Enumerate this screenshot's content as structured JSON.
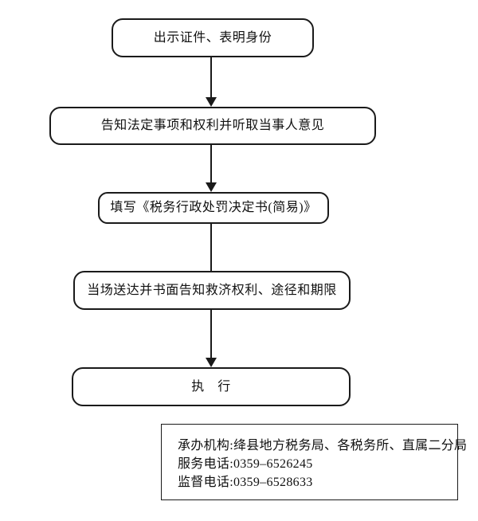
{
  "colors": {
    "line": "#1a1a1a",
    "background": "#ffffff",
    "text": "#111111"
  },
  "flowchart": {
    "nodes": [
      {
        "id": "show-credentials",
        "label": "出示证件、表明身份"
      },
      {
        "id": "inform-rights",
        "label": "告知法定事项和权利并听取当事人意见"
      },
      {
        "id": "fill-decision",
        "label": "填写《税务行政处罚决定书(简易)》"
      },
      {
        "id": "deliver-on-spot",
        "label": "当场送达并书面告知救济权利、途径和期限"
      },
      {
        "id": "execute",
        "label": "执　行"
      }
    ],
    "connectors": [
      {
        "from": "show-credentials",
        "to": "inform-rights",
        "arrow": true
      },
      {
        "from": "inform-rights",
        "to": "fill-decision",
        "arrow": true
      },
      {
        "from": "fill-decision",
        "to": "deliver-on-spot",
        "arrow": false
      },
      {
        "from": "deliver-on-spot",
        "to": "execute",
        "arrow": true
      }
    ]
  },
  "info_box": {
    "lines": [
      "承办机构:绛县地方税务局、各税务所、直属二分局",
      "服务电话:0359–6526245",
      "监督电话:0359–6528633"
    ]
  }
}
